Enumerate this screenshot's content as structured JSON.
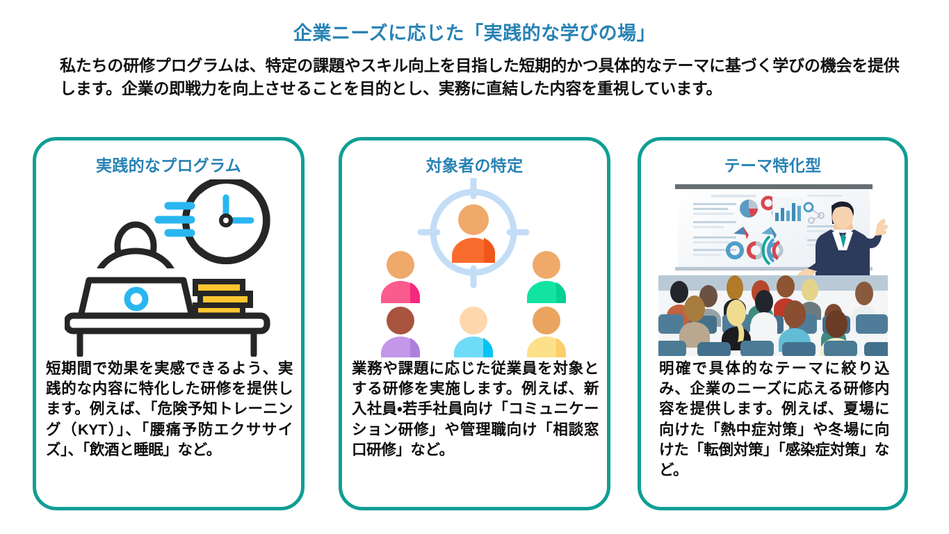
{
  "headline": "企業ニーズに応じた「実践的な学びの場」",
  "lede": "私たちの研修プログラムは、特定の課題やスキル向上を目指した短期的かつ具体的なテーマに基づく学びの機会を提供します。企業の即戦力を向上させることを目的とし、実務に直結した内容を重視しています。",
  "colors": {
    "headline_blue": "#2882b4",
    "card_border_teal": "#0f9e95",
    "body_text": "#0d0d0d",
    "accent_cyan": "#29b6f0",
    "accent_yellow": "#fbc62f",
    "dark_ink": "#262626"
  },
  "cards": [
    {
      "title": "実践的なプログラム",
      "art": "person-at-desk-with-clock-illustration",
      "body": "短期間で効果を実感できるよう、実践的な内容に特化した研修を提供します。例えば、「危険予知トレーニング（KYT）」、「腰痛予防エクササイズ」、「飲酒と睡眠」など。"
    },
    {
      "title": "対象者の特定",
      "art": "target-crosshair-with-people-illustration",
      "body": "業務や課題に応じた従業員を対象とする研修を実施します。例えば、新入社員・若手社員向け「コミュニケーション研修」や管理職向け「相談窓口研修」など。"
    },
    {
      "title": "テーマ特化型",
      "art": "seminar-presentation-audience-illustration",
      "body": "明確で具体的なテーマに絞り込み、企業のニーズに応える研修内容を提供します。例えば、夏場に向けた「熱中症対策」や冬場に向けた「転倒対策」「感染症対策」など。"
    }
  ]
}
